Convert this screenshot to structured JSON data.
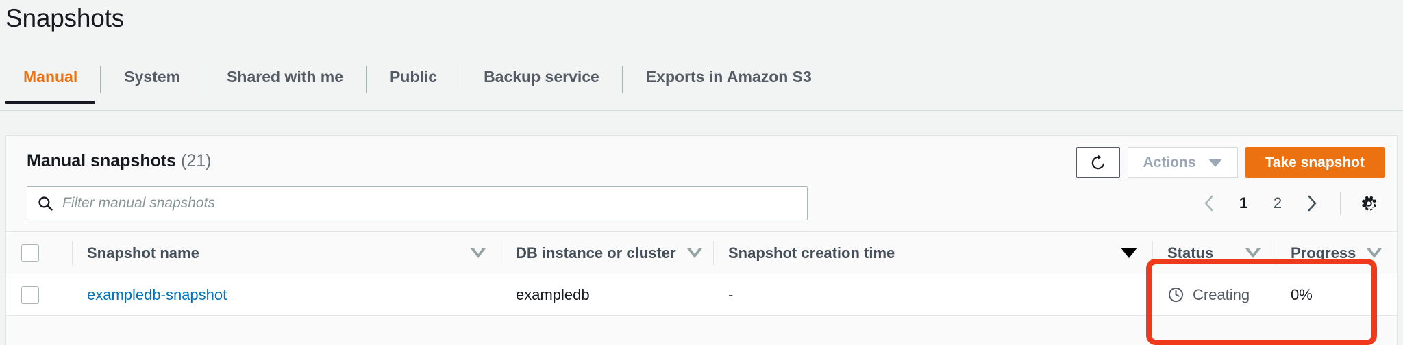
{
  "page": {
    "title": "Snapshots"
  },
  "tabs": [
    {
      "label": "Manual",
      "active": true
    },
    {
      "label": "System",
      "active": false
    },
    {
      "label": "Shared with me",
      "active": false
    },
    {
      "label": "Public",
      "active": false
    },
    {
      "label": "Backup service",
      "active": false
    },
    {
      "label": "Exports in Amazon S3",
      "active": false
    }
  ],
  "panel": {
    "title": "Manual snapshots",
    "count": "(21)",
    "refresh_icon": "refresh-icon",
    "actions_label": "Actions",
    "actions_caret": "caret-down-icon",
    "take_snapshot_label": "Take snapshot"
  },
  "search": {
    "icon": "search-icon",
    "placeholder": "Filter manual snapshots",
    "value": ""
  },
  "pagination": {
    "prev": "‹",
    "pages": [
      "1",
      "2"
    ],
    "current": "1",
    "next": "›",
    "settings_icon": "gear-icon"
  },
  "table": {
    "columns": [
      {
        "label": "Snapshot name",
        "sort": "hollow"
      },
      {
        "label": "DB instance or cluster",
        "sort": "hollow"
      },
      {
        "label": "Snapshot creation time",
        "sort": "filled"
      },
      {
        "label": "Status",
        "sort": "hollow"
      },
      {
        "label": "Progress",
        "sort": "hollow"
      }
    ],
    "rows": [
      {
        "snapshot_name": "exampledb-snapshot",
        "db_instance": "exampledb",
        "creation_time": "-",
        "status_icon": "clock-icon",
        "status": "Creating",
        "progress": "0%"
      }
    ]
  },
  "annotation": {
    "color": "#f0391a",
    "shape": "rounded-rectangle"
  },
  "colors": {
    "accent": "#ec7211",
    "link": "#0073bb",
    "tab_active_underline": "#16191f",
    "page_bg": "#f2f3f3",
    "annotation": "#f0391a"
  }
}
